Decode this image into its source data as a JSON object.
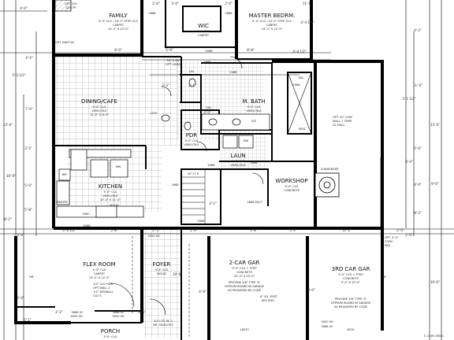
{
  "rooms": {
    "family": {
      "name": "FAMILY",
      "line1": "9'-0\" CLG / 10'-0\" STEP CLG",
      "line2": "CARPET",
      "line3": "14'-0\" X 15'-0\""
    },
    "wic": {
      "name": "WIC",
      "line1": "9'-0\" CLG",
      "line2": "CARPET"
    },
    "master": {
      "name": "MASTER BEDRM.",
      "line1": "9'-0\" CLG / 10'-0\" STEP CLG",
      "line2": "CARPET",
      "line3": "14'-0\" X 15'-0\""
    },
    "dining": {
      "name": "DINING/CAFE",
      "line1": "9'-0\" CLG",
      "line2": "VINYL/TILE",
      "line3": "14'-0\" X 8'-0\""
    },
    "mbath": {
      "name": "M. BATH",
      "line1": "9'-0\" CLG",
      "line2": "VINYL/TILE"
    },
    "pdr": {
      "name": "PDR",
      "line1": "9'-0\" CLG",
      "line2": "VINYL/TILE"
    },
    "laun": {
      "name": "LAUN",
      "line1": "9'-0\" CLG",
      "line2": "VINYL/TILE"
    },
    "kitchen": {
      "name": "KITCHEN",
      "line1": "9'-0\" CLG",
      "line2": "VINYL/TILE",
      "line3": "10'-0\" X 11'-0\""
    },
    "workshop": {
      "name": "WORKSHOP",
      "line1": "9'-0\" CLG",
      "line2": "CONCRETE"
    },
    "flex": {
      "name": "FLEX ROOM",
      "line1": "9'-0\" CLG",
      "line2": "CARPET",
      "line3": "13'-0\" X 12'-0\""
    },
    "foyer": {
      "name": "FOYER",
      "line1": "9'-0\" CLG",
      "line2": "WOOD"
    },
    "gar2": {
      "name": "2-CAR GAR",
      "line1": "9'-0\" CLG + STEP",
      "line2": "CONCRETE",
      "line3": "20'-0\" X 20'-0\"",
      "line4": "PROVIDE 5/8\" TYPE 'X'",
      "line5": "GYPSUM BOARD IN GARAGE",
      "line6": "AS REQUIRED BY CODE"
    },
    "gar3": {
      "name": "3RD CAR GAR",
      "line1": "9'-0\" CLG + STEP",
      "line2": "CONCRETE",
      "line3": "9'-0\" X 20'-0\"",
      "line4": "PROVIDE 5/8\" TYPE 'X'",
      "line5": "GYPSUM BOARD IN GARAGE",
      "line6": "AS REQUIRED BY CODE"
    },
    "porch": {
      "name": "PORCH",
      "line1": "9'-0\" CLG"
    }
  },
  "labels": {
    "opt_dv": "OPT. D/V",
    "gas_fp": "GAS FP",
    "opt_builtin": "OPT. BUILT-IN",
    "lin": "LIN",
    "shl": "SHL",
    "seat": "SEAT",
    "ks": "K/S",
    "dw": "DW",
    "ref": "REF",
    "pantry": "PANTRY",
    "mw": "MW",
    "hood": "HOOD",
    "dwc": "DWC.",
    "up": "UP 17 R",
    "hb": "HB",
    "opt_wall_1": "OPT. 42\" LOW",
    "opt_wall_2": "WALL 1 TEMP.",
    "opt_wall_3": "GL ENCL.",
    "opt_slab_1": "OPT. 3'-0\"",
    "opt_slab_2": "CONC.",
    "opt_slab_3": "PAD",
    "condenser": "CONDENSER",
    "post_note_1": "6\" SQ. POST -",
    "post_note_2": "SEE ENG.",
    "flex_note_1": "1/2\" CLG HDR.",
    "flex_note_2": "OPT WALL 2",
    "flex_note_3": "1/2\" DRYWALL",
    "flex_note_4": "COL'S",
    "door_1": "3068 SC",
    "door_2": "3068 SC",
    "door_3": "3068 SC",
    "door_porch": "3/4 LITE W/ 2",
    "door_porch_2": "DR. SIDELITES",
    "copyright": "© 2005 SEDG"
  },
  "dims": {
    "top_1": "4'-0\"",
    "top_2": "2'-0\"",
    "top_3": "3'-0\"",
    "top_4": "2'-0\"",
    "top_5": "4'-4 1/2\"",
    "top_6": "11'-0\"",
    "left_1": "5'-3 1/2\"",
    "left_2": "13'-0\"",
    "left_3": "4'-5\"",
    "left_4": "7'-0\"",
    "left_5": "3'-5\"",
    "left_6": "10'-0\"",
    "left_7": "5'-0\"",
    "left_8": "8'-2\"",
    "left_9": "5'-8\"",
    "left_10": "3'-0\"",
    "left_11": "2'-0\"",
    "mid_1": "8'-0\"",
    "mid_2": "5'-9\"",
    "mid_3": "2'-3\"",
    "mid_4": "2'-1\"",
    "mid_5": "3'-0\"",
    "mid_6": "3'-1\"",
    "mid_7": "8'-8\"",
    "mid_8": "4'-4 1/2\"",
    "row_1": "4'-6 1/2\"",
    "row_2": "5'-8\"",
    "row_3": "2'-5\"",
    "row_4": "2'-6\"",
    "row_5": "3'-8\"",
    "row_6": "5'-3\"",
    "row_7": "11'-2\"",
    "row_8": "2'-0\"",
    "bot_1": "2'-2\"",
    "bot_2": "2'-6\"",
    "bot_3": "10'-0\"",
    "bot_4": "5'-1\"",
    "bot_5": "4'-6\"",
    "bot_6": "3'-0\"",
    "right_1": "4'-2\"",
    "right_2": "13'-0\"",
    "right_3": "11'-0\"",
    "right_4": "3'-1 1/2\"",
    "right_5": "5'-0\"",
    "right_6": "8'-4\"",
    "right_7": "9'-0\"",
    "right_8": "4'-0\"",
    "right_9": "8'-2\"",
    "right_10": "10'-0\"",
    "right_11": "2'-0\""
  },
  "doors": {
    "d2868a": "2868",
    "d2868b": "2868",
    "d2868c": "2868",
    "d2868d": "2868",
    "d2468": "2468",
    "d2068": "2068",
    "d2668": "2668",
    "d3068": "3068",
    "d3268": "2868 FACT",
    "d1668": "1668",
    "d5068": "5068",
    "d5068b": "5068",
    "d3050": "3050 SH",
    "d3050b": "3050 SH",
    "d3050c": "3050 SH",
    "d3050d": "3050 SH",
    "d8070": "8070",
    "d16070": "16070",
    "d2070": "2070",
    "dpanel": "30\" X 48\"",
    "dpanel2": "OPT. LINEN"
  }
}
